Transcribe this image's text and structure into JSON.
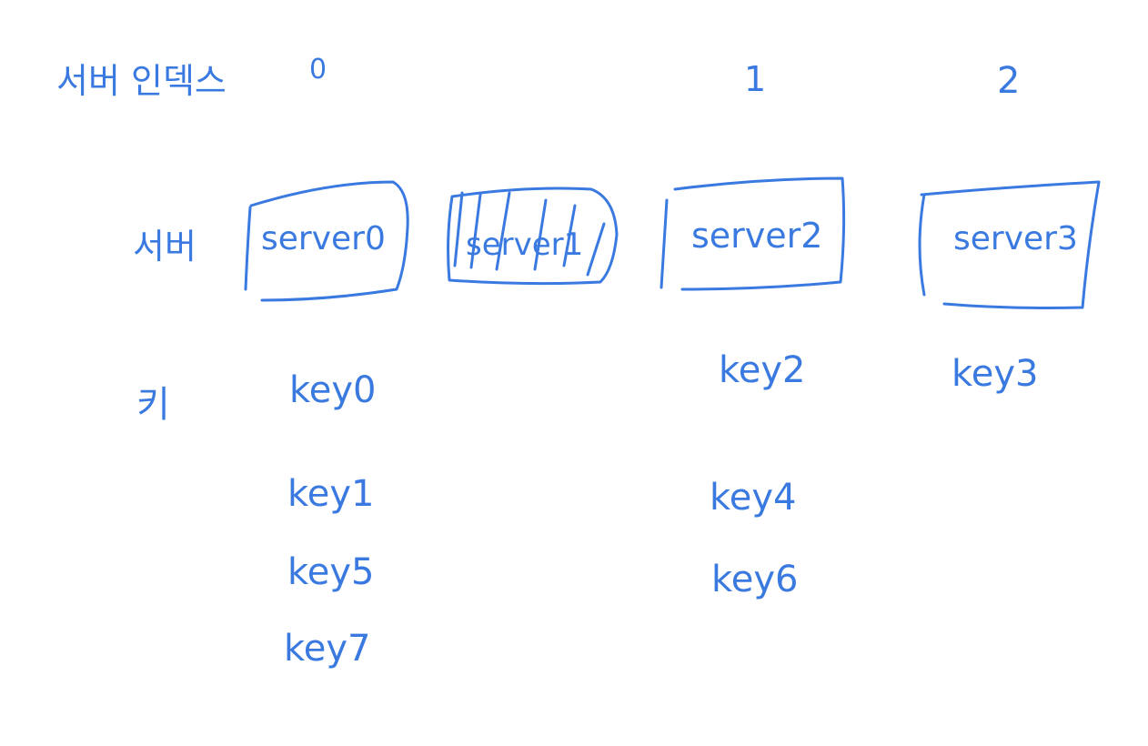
{
  "ink_color": "#3a7ae0",
  "labels": {
    "index_header": "서버 인덱스",
    "server_row": "서버",
    "key_row": "키"
  },
  "indices": [
    "0",
    "1",
    "2"
  ],
  "servers": [
    {
      "name": "server0",
      "removed": false
    },
    {
      "name": "server1",
      "removed": true
    },
    {
      "name": "server2",
      "removed": false
    },
    {
      "name": "server3",
      "removed": false
    }
  ],
  "keys": {
    "server0": [
      "key0",
      "key1",
      "key5",
      "key7"
    ],
    "server2": [
      "key2",
      "key4",
      "key6"
    ],
    "server3": [
      "key3"
    ]
  }
}
